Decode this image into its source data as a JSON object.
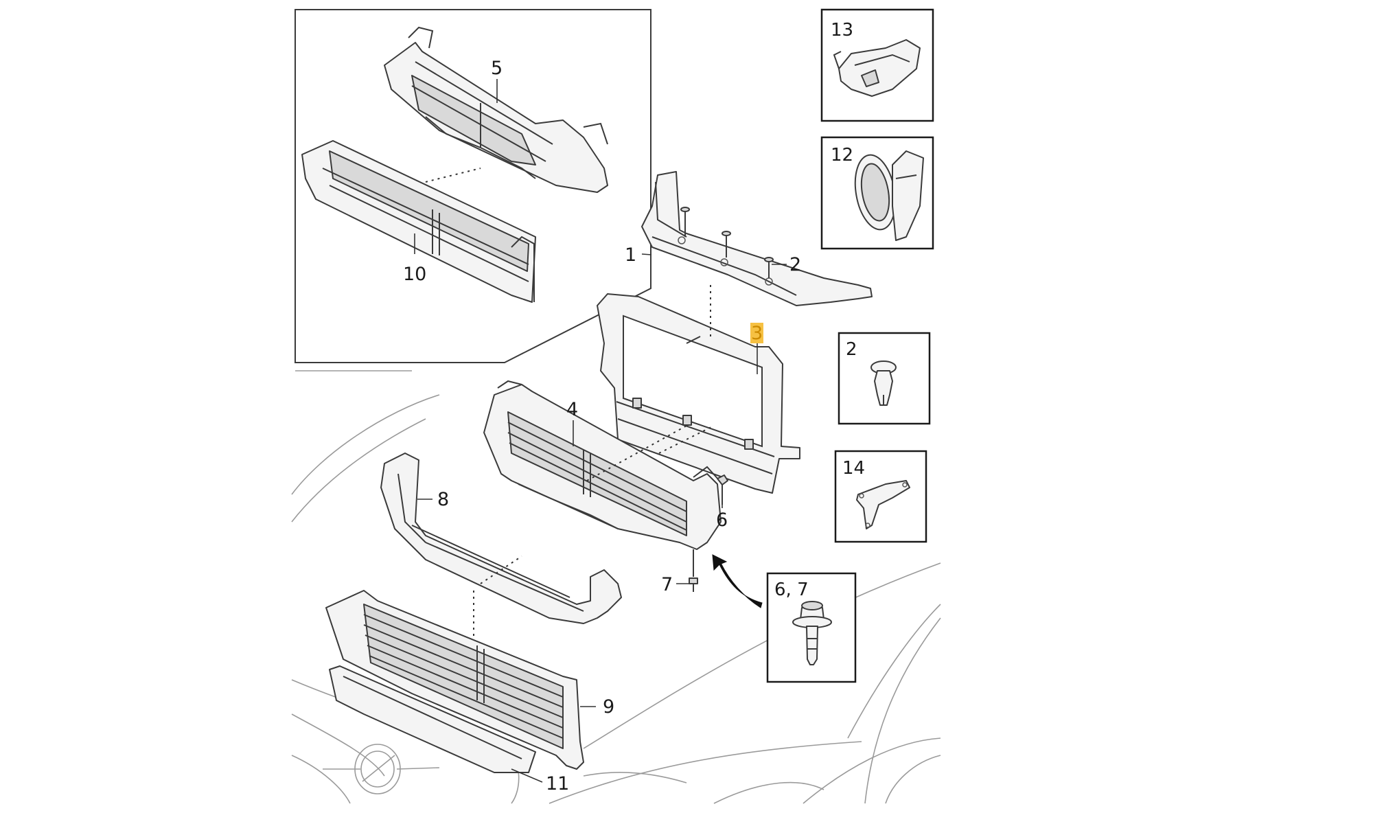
{
  "diagram": {
    "callouts": {
      "c1": "1",
      "c2": "2",
      "c3": "3",
      "c4": "4",
      "c5": "5",
      "c6": "6",
      "c7": "7",
      "c8": "8",
      "c9": "9",
      "c10": "10",
      "c11": "11"
    },
    "detail_boxes": {
      "box13": "13",
      "box12": "12",
      "box2": "2",
      "box14": "14",
      "box67": "6, 7"
    },
    "highlight_color": "#f6c143",
    "highlighted_callout": "3"
  }
}
